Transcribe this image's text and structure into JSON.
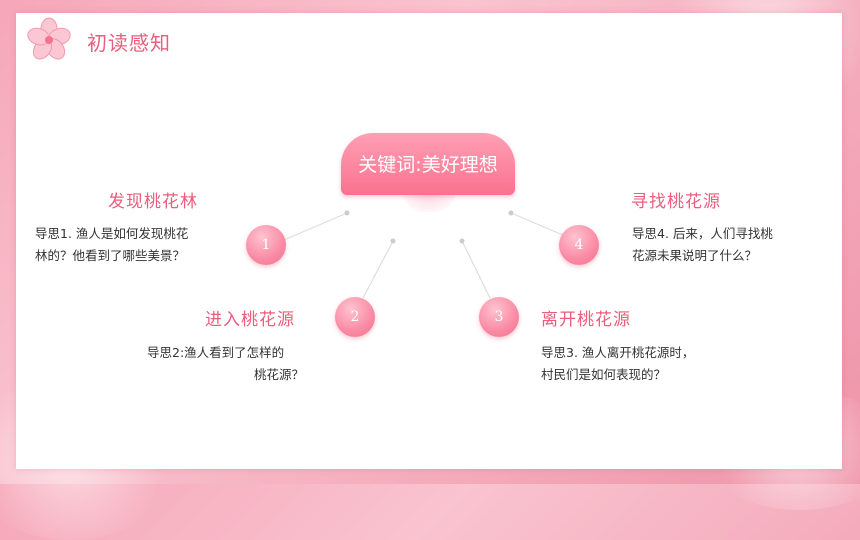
{
  "title": "初读感知",
  "keyword": "关键词:美好理想",
  "items": [
    {
      "num": "1",
      "heading": "发现桃花林",
      "line1": "导思1. 渔人是如何发现桃花",
      "line2": "林的？他看到了哪些美景？"
    },
    {
      "num": "2",
      "heading": "进入桃花源",
      "line1": "导思2:渔人看到了怎样的",
      "line2": "桃花源？"
    },
    {
      "num": "3",
      "heading": "离开桃花源",
      "line1": "导思3. 渔人离开桃花源时，",
      "line2": "村民们是如何表现的？"
    },
    {
      "num": "4",
      "heading": "寻找桃花源",
      "line1": "导思4. 后来，人们寻找桃",
      "line2": "花源未果说明了什么？"
    }
  ],
  "colors": {
    "accent": "#ea5d7d",
    "circle": "#f98aa4",
    "background": "#f6a7b9"
  }
}
